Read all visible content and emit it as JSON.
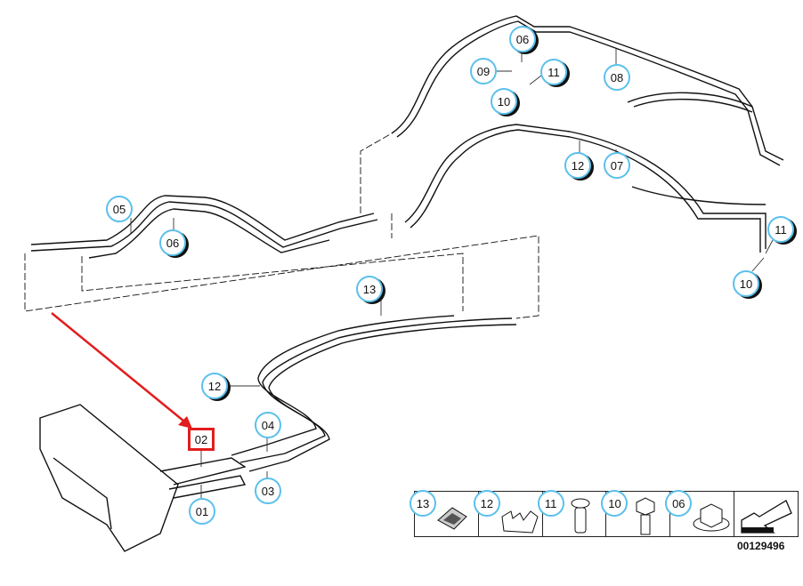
{
  "diagram": {
    "title": "Hydraulic pipe assembly",
    "document_number": "00129496",
    "highlighted_part": "02",
    "callouts": [
      {
        "id": "c06-top",
        "label": "06"
      },
      {
        "id": "c09",
        "label": "09"
      },
      {
        "id": "c11-top",
        "label": "11"
      },
      {
        "id": "c10-top",
        "label": "10"
      },
      {
        "id": "c08",
        "label": "08"
      },
      {
        "id": "c12-mid",
        "label": "12"
      },
      {
        "id": "c07",
        "label": "07"
      },
      {
        "id": "c05",
        "label": "05"
      },
      {
        "id": "c06-mid",
        "label": "06"
      },
      {
        "id": "c11-right",
        "label": "11"
      },
      {
        "id": "c10-right",
        "label": "10"
      },
      {
        "id": "c13",
        "label": "13"
      },
      {
        "id": "c12-low",
        "label": "12"
      },
      {
        "id": "c04",
        "label": "04"
      },
      {
        "id": "c02",
        "label": "02"
      },
      {
        "id": "c03",
        "label": "03"
      },
      {
        "id": "c01",
        "label": "01"
      }
    ],
    "legend": [
      {
        "label": "13",
        "part": "clip-nut"
      },
      {
        "label": "12",
        "part": "pipe-clip"
      },
      {
        "label": "11",
        "part": "rivet-nut"
      },
      {
        "label": "10",
        "part": "hex-bolt"
      },
      {
        "label": "06",
        "part": "hex-nut-collar"
      },
      {
        "label": "",
        "part": "direction-arrow"
      }
    ],
    "colors": {
      "callout_ring": "#5bc0eb",
      "highlight": "#e21d1d",
      "line": "#111111"
    }
  }
}
